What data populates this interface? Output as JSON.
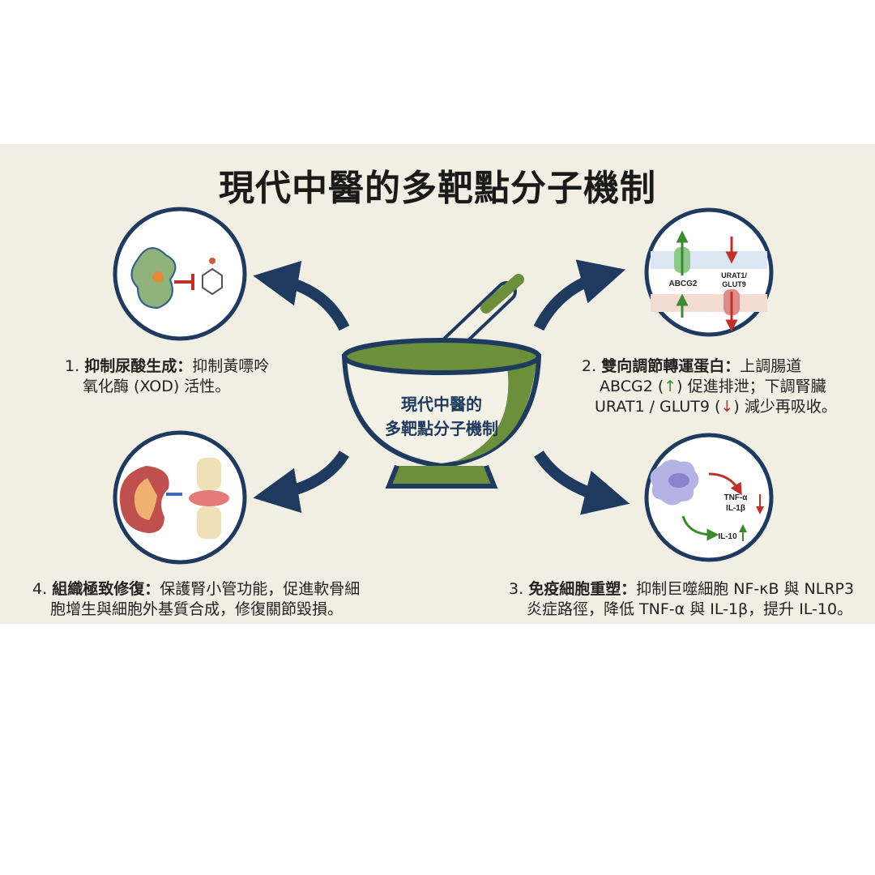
{
  "title": "現代中醫的多靶點分子機制",
  "center_label": {
    "line1": "現代中醫的",
    "line2": "多靶點分子機制"
  },
  "mechanisms": [
    {
      "number": "1.",
      "heading": "抑制尿酸生成：",
      "line1_rest": "抑制黃嘌呤",
      "line2": "氧化酶 (XOD) 活性。"
    },
    {
      "number": "2.",
      "heading": "雙向調節轉運蛋白：",
      "line1_rest": "上調腸道",
      "line2_a": "ABCG2 (",
      "up_arrow": "↑",
      "line2_b": ") 促進排泄；下調腎臟",
      "line3_a": "URAT1 / GLUT9 (",
      "down_arrow": "↓",
      "line3_b": ") 減少再吸收。"
    },
    {
      "number": "3.",
      "heading": "免疫細胞重塑：",
      "line1_rest": "抑制巨噬細胞 NF-κB 與 NLRP3",
      "line2": "炎症路徑，降低 TNF-α 與 IL-1β，提升 IL-10。"
    },
    {
      "number": "4.",
      "heading": "組織極致修復：",
      "line1_rest": "保護腎小管功能，促進軟骨細",
      "line2": "胞增生與細胞外基質合成，修復關節毀損。"
    }
  ],
  "icon_labels": {
    "abcg2": "ABCG2",
    "urat1": "URAT1/",
    "glut9": "GLUT9",
    "tnf": "TNF-α",
    "il1b": "IL-1β",
    "il10": "IL-10"
  },
  "colors": {
    "navy": "#1f3a5f",
    "green": "#6b8f3a",
    "background": "#f1efe3",
    "up": "#3a8a2e",
    "down": "#c0302b"
  }
}
